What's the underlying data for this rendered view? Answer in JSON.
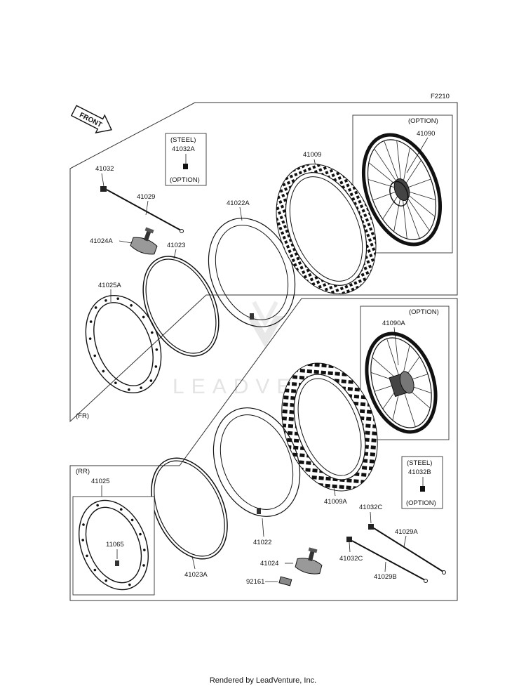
{
  "figure_code": "F2210",
  "watermark_text": "LEADVENTURE",
  "footer_text": "Rendered by LeadVenture, Inc.",
  "front_arrow": {
    "label": "FRONT"
  },
  "front_section": {
    "label": "(FR)",
    "steel_box": {
      "top": "(STEEL)",
      "part": "41032A",
      "bottom": "(OPTION)"
    },
    "option_label": "(OPTION)",
    "parts": {
      "p41032": "41032",
      "p41029": "41029",
      "p41024A": "41024A",
      "p41023": "41023",
      "p41022A": "41022A",
      "p41009": "41009",
      "p41090": "41090",
      "p41025A": "41025A"
    }
  },
  "rear_section": {
    "label": "(RR)",
    "option_label": "(OPTION)",
    "steel_box": {
      "top": "(STEEL)",
      "part": "41032B",
      "bottom": "(OPTION)"
    },
    "parts": {
      "p41090A": "41090A",
      "p41009A": "41009A",
      "p41025": "41025",
      "p11065": "11065",
      "p41023A": "41023A",
      "p41022": "41022",
      "p41024": "41024",
      "p92161": "92161",
      "p41032C_top": "41032C",
      "p41032C_bottom": "41032C",
      "p41029A": "41029A",
      "p41029B": "41029B"
    }
  }
}
